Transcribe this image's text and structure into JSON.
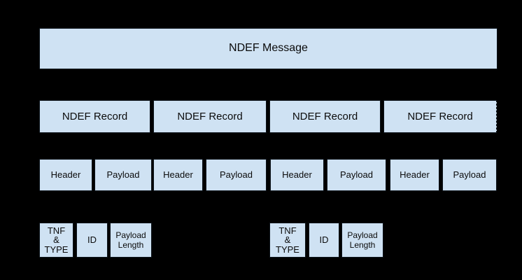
{
  "diagram": {
    "description": "NDEF Message structure diagram",
    "message": {
      "label": "NDEF Message"
    },
    "records": [
      {
        "label": "NDEF Record"
      },
      {
        "label": "NDEF Record"
      },
      {
        "label": "NDEF Record"
      },
      {
        "label": "NDEF Record"
      }
    ],
    "parts": [
      {
        "header": "Header",
        "payload": "Payload"
      },
      {
        "header": "Header",
        "payload": "Payload"
      },
      {
        "header": "Header",
        "payload": "Payload"
      },
      {
        "header": "Header",
        "payload": "Payload"
      }
    ],
    "header_fields": {
      "tnf_type_lines": [
        "TNF",
        "&",
        "TYPE"
      ],
      "id": "ID",
      "payload_length_lines": [
        "Payload",
        "Length"
      ]
    },
    "colors": {
      "background": "#000000",
      "box_fill": "#cfe2f3",
      "box_border": "#0d141b",
      "text": "#0b0b0b"
    }
  }
}
